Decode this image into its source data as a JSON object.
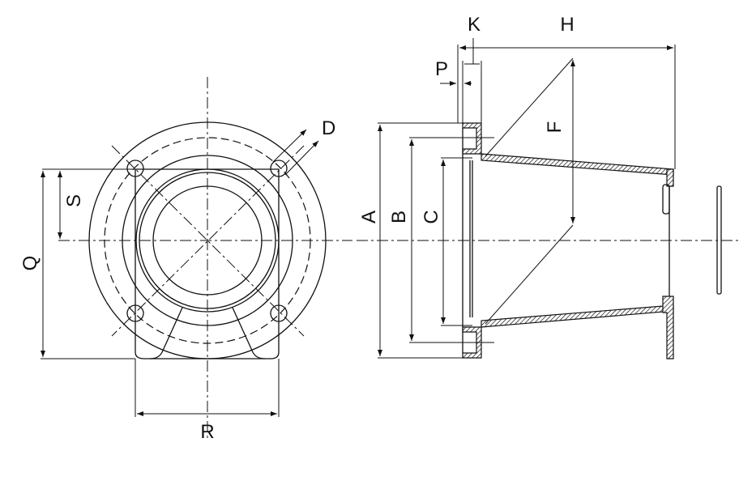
{
  "drawing": {
    "labels": {
      "K": "K",
      "H": "H",
      "P": "P",
      "D": "D",
      "F": "F",
      "A": "A",
      "B": "B",
      "C": "C",
      "S": "S",
      "Q": "Q",
      "R": "R"
    },
    "line_color": "#111111",
    "background": "#ffffff"
  }
}
